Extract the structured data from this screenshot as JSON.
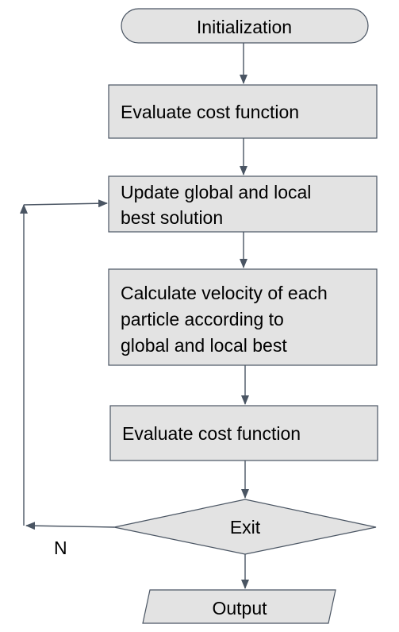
{
  "diagram": {
    "start": "Initialization",
    "eval1": "Evaluate cost function",
    "update": [
      "Update global and local",
      "best solution"
    ],
    "velocity": [
      "Calculate velocity of each",
      "particle according to",
      "global and local best"
    ],
    "eval2": "Evaluate cost function",
    "decision": "Exit",
    "no_label": "N",
    "output": "Output"
  },
  "colors": {
    "node_fill": "#e3e3e3",
    "stroke": "#4a5563",
    "text": "#000000"
  }
}
